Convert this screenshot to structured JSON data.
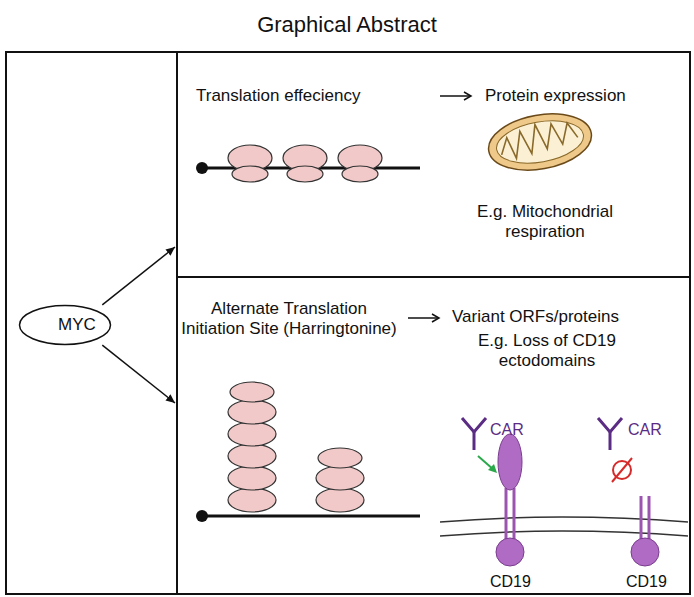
{
  "diagram": {
    "title": "Graphical Abstract",
    "nodes": [
      {
        "text": [
          "MYC"
        ]
      },
      {
        "text": [
          "Translation effeciency",
          "Protein expression",
          "E.g. Mitochondrial respiration"
        ]
      },
      {
        "text": [
          "Alternate Translation Initiation Site (Harringtonine)",
          "Variant ORFs/proteins",
          "E.g. Loss of CD19 ectodomains"
        ]
      }
    ],
    "edges": [
      {
        "from": 0,
        "to": 1,
        "arrow": "to"
      },
      {
        "from": 0,
        "to": 2,
        "arrow": "to"
      }
    ],
    "labels": [
      "CAR",
      "CD19",
      "CAR",
      "CD19"
    ]
  }
}
